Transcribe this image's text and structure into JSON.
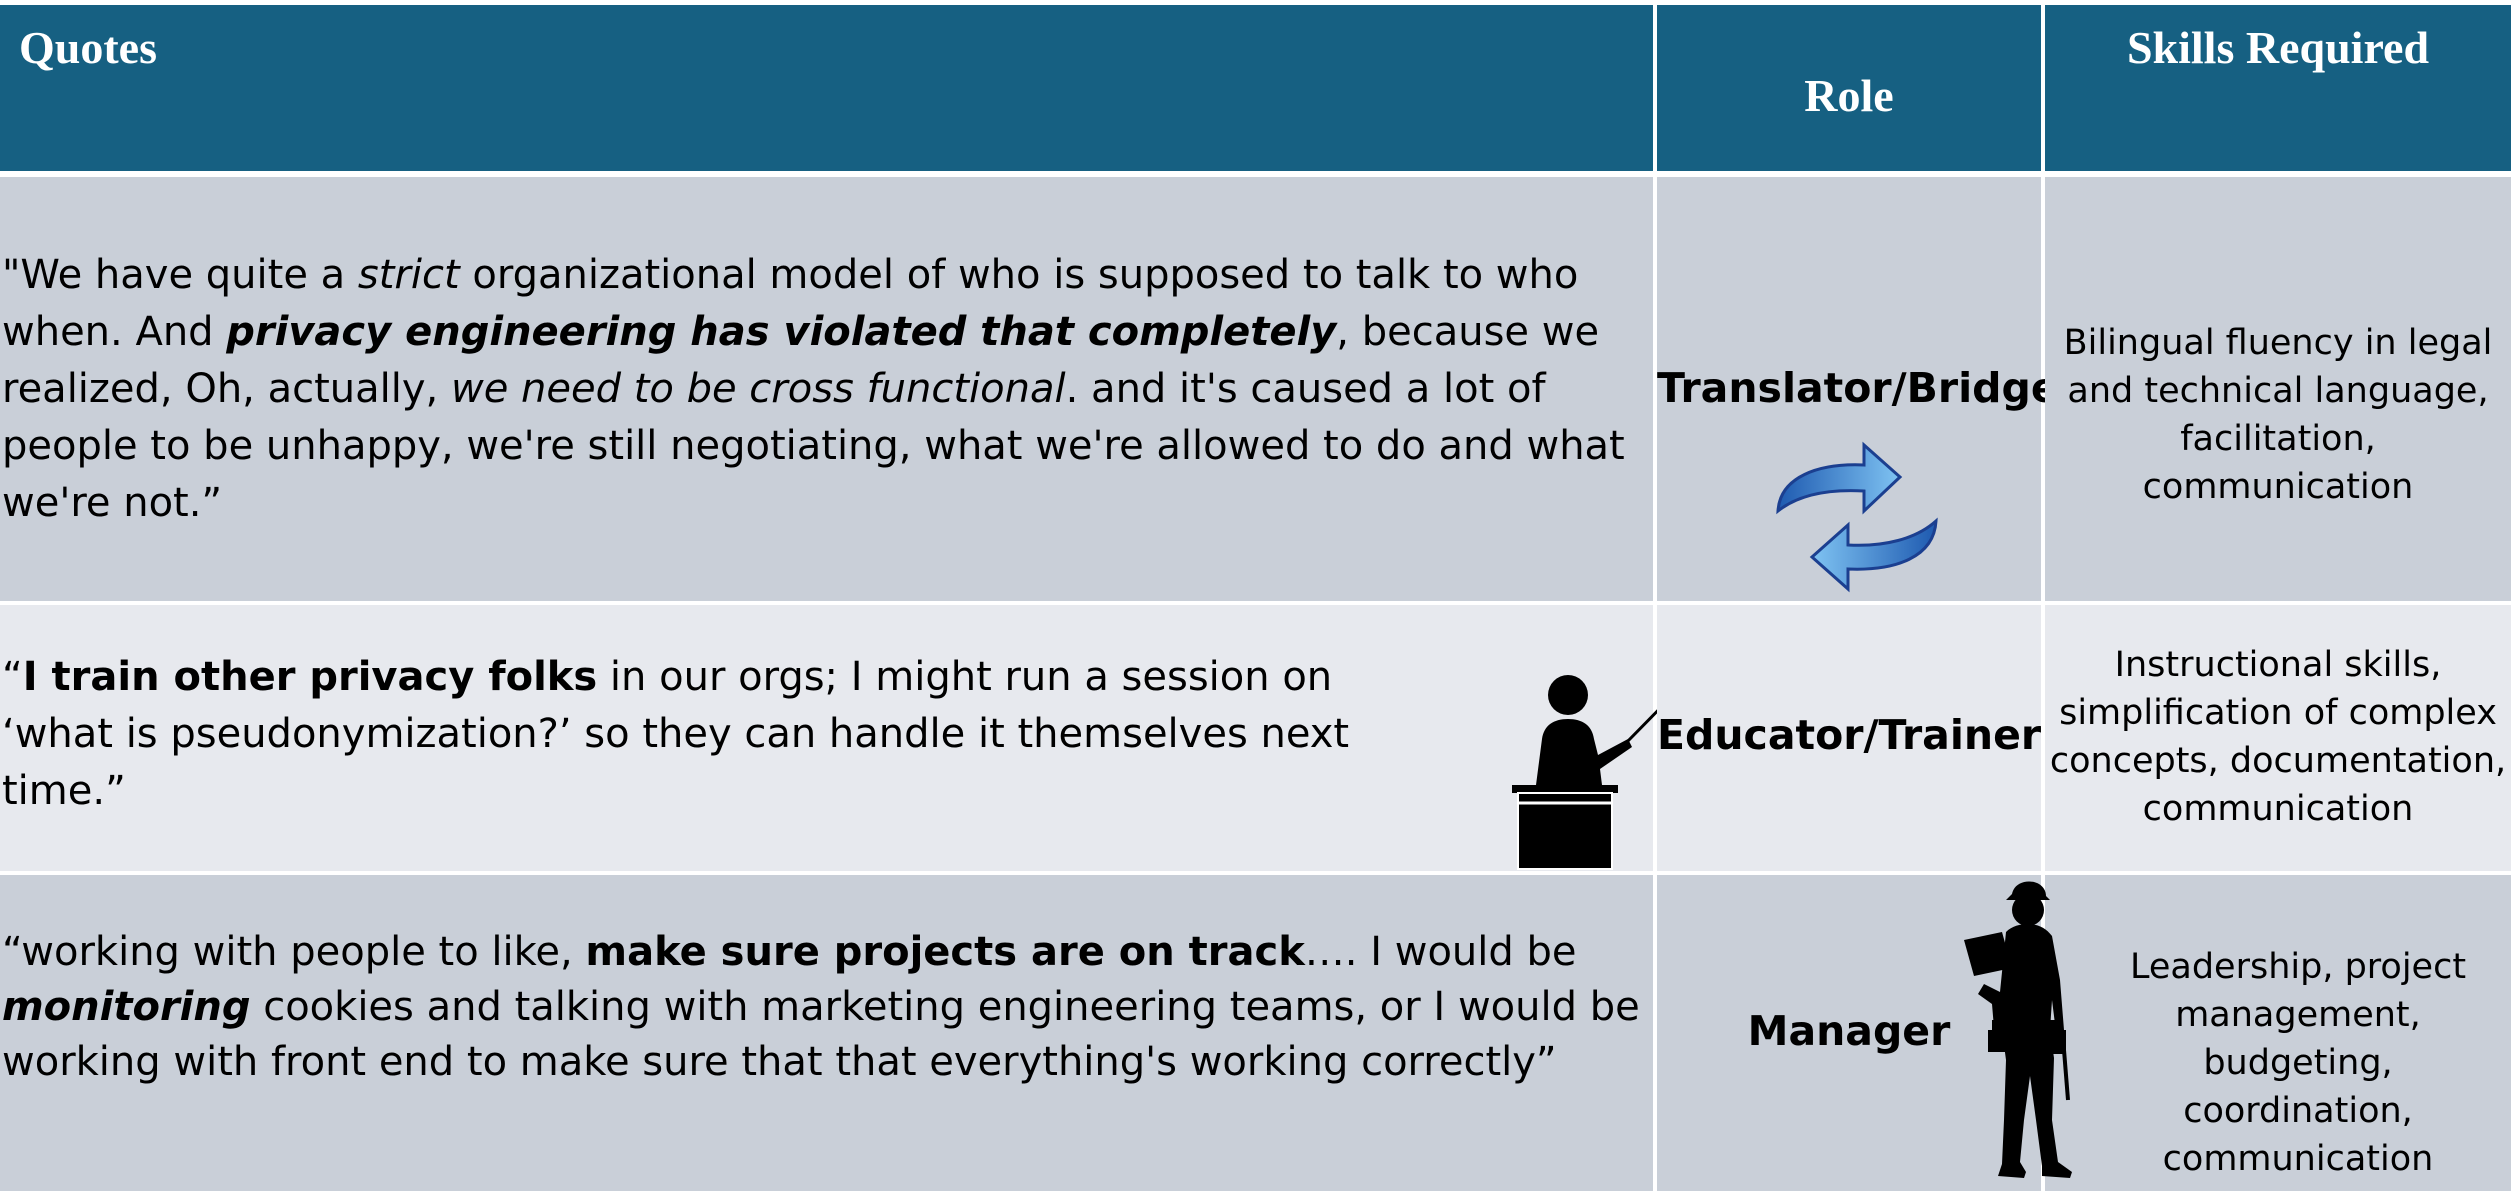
{
  "header": {
    "quotes": "Quotes",
    "role": "Role",
    "skills": "Skills Required"
  },
  "rows": [
    {
      "quote": {
        "p1": "\"We have quite a ",
        "p2": "strict",
        "p3": " organizational model of who is supposed to talk to who when. And ",
        "p4": "privacy engineering has violated that completely",
        "p5": ", because we realized, Oh, actually, ",
        "p6": "we need to be cross functional",
        "p7": ". and it's caused a lot of people to be unhappy, we're still negotiating, what we're allowed to do and what we're not.”"
      },
      "role": "Translator/Bridge",
      "skills": "Bilingual fluency in legal and technical language, facilitation, communication",
      "icon": "circular-arrows-icon"
    },
    {
      "quote": {
        "p1": "“",
        "p2": "I train other privacy folks",
        "p3": " in our orgs; I might run a session on ‘what is pseudonymization?’ so they can handle it themselves next time.”"
      },
      "role": "Educator/Trainer",
      "skills": "Instructional skills, simplification of complex concepts, documentation, communication",
      "icon": "teacher-at-podium-icon"
    },
    {
      "quote": {
        "p1": "“working with people to like, ",
        "p2": "make sure projects are on track",
        "p3": "…. I would be ",
        "p4": "monitoring",
        "p5": " cookies and talking with marketing engineering teams, or I would be working with front end to make sure that that everything's working correctly”"
      },
      "role": "Manager",
      "skills": "Leadership, project management, budgeting, coordination, communication",
      "icon": "worker-with-clipboard-icon"
    }
  ],
  "colors": {
    "header_bg": "#166082",
    "row_dark": "#c9cfd8",
    "row_light": "#e7e9ee",
    "arrow_blue": "#2f7fd0"
  }
}
